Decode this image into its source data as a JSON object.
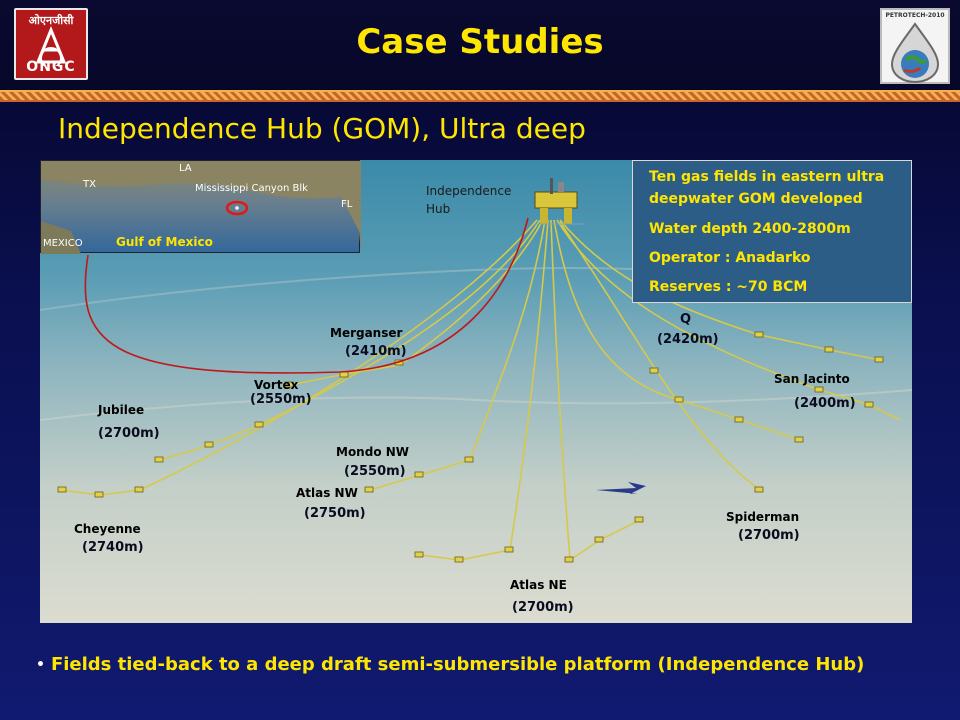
{
  "header": {
    "title": "Case Studies",
    "logo_left_script": "ओएनजीसी",
    "logo_left_name": "ONGC",
    "logo_right_text": "PETROTECH-2010"
  },
  "subtitle": "Independence Hub (GOM), Ultra deep",
  "inset": {
    "labels": {
      "tx": "TX",
      "la": "LA",
      "fl": "FL",
      "mexico": "MEXICO",
      "block": "Mississippi Canyon Blk"
    },
    "gulf": "Gulf of Mexico"
  },
  "hub_label": [
    "Independence",
    "Hub"
  ],
  "info": [
    "Ten gas fields in eastern ultra",
    "deepwater GOM developed",
    "Water depth 2400-2800m",
    "Operator : Anadarko",
    "Reserves : ~70 BCM"
  ],
  "fields": {
    "merganser": {
      "name": "Merganser",
      "depth": "(2410m)"
    },
    "vortex": {
      "name": "Vortex",
      "depth": "(2550m)"
    },
    "jubilee": {
      "name": "Jubilee",
      "depth": "(2700m)"
    },
    "mondo": {
      "name": "Mondo NW",
      "depth": "(2550m)"
    },
    "atlasnw": {
      "name": "Atlas NW",
      "depth": "(2750m)"
    },
    "cheyenne": {
      "name": "Cheyenne",
      "depth": "(2740m)"
    },
    "atlasne": {
      "name": "Atlas NE",
      "depth": "(2700m)"
    },
    "q": {
      "name": "Q",
      "depth": "(2420m)"
    },
    "sanjacinto": {
      "name": "San Jacinto",
      "depth": "(2400m)"
    },
    "spiderman": {
      "name": "Spiderman",
      "depth": "(2700m)"
    }
  },
  "bullet": "Fields tied-back to a deep draft semi-submersible platform (Independence Hub)",
  "colors": {
    "title": "#ffe600",
    "pipe": "#d6c94a",
    "tieback": "#c01818"
  }
}
